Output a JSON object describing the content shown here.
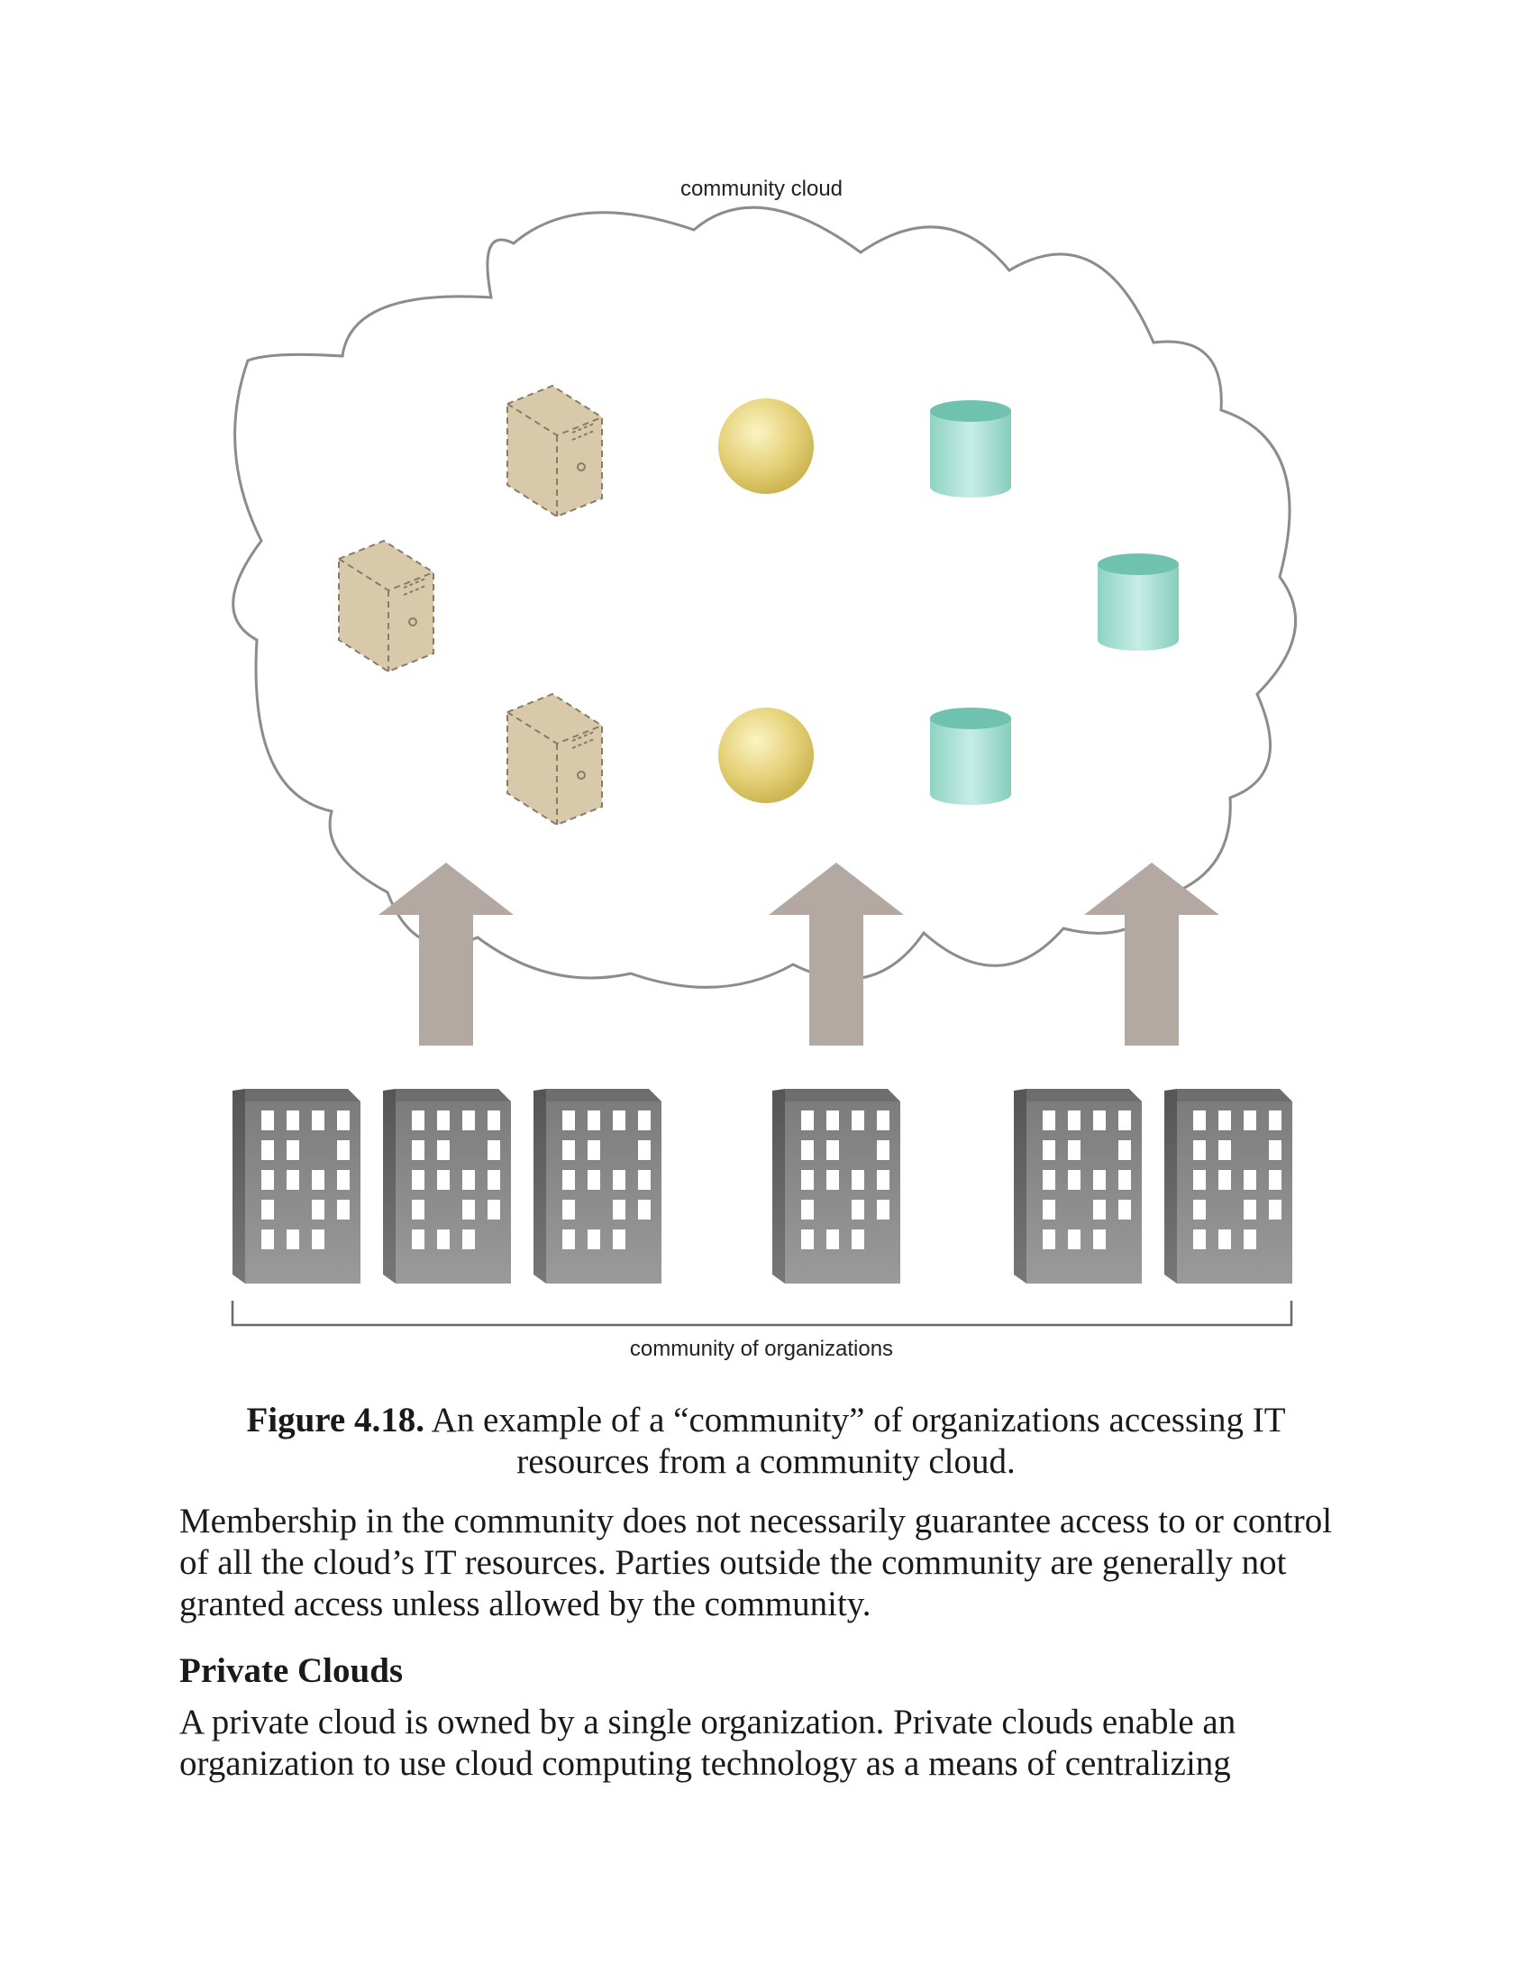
{
  "figure": {
    "cloud_label": "community cloud",
    "organizations_label": "community of organizations",
    "icons": {
      "server": "server-icon",
      "sphere": "service-sphere-icon",
      "database": "database-icon",
      "building": "building-icon",
      "arrow": "up-arrow-icon"
    },
    "colors": {
      "server": "#d9c9ab",
      "sphere": "#e6d27a",
      "database": "#9ed9cc",
      "building": "#8a8a8a",
      "arrow": "#b3a8a2",
      "cloud_outline": "#8c8c8c"
    }
  },
  "caption": {
    "label": "Figure 4.18.",
    "line1": "An example of a “community” of organizations accessing IT",
    "line2": "resources from a community cloud."
  },
  "paragraph1": "Membership in the community does not necessarily guarantee access to or control of all the cloud’s IT resources. Parties outside the community are generally not granted access unless allowed by the community.",
  "heading": "Private Clouds",
  "paragraph2": "A private cloud is owned by a single organization. Private clouds enable an organization to use cloud computing technology as a means of centralizing"
}
